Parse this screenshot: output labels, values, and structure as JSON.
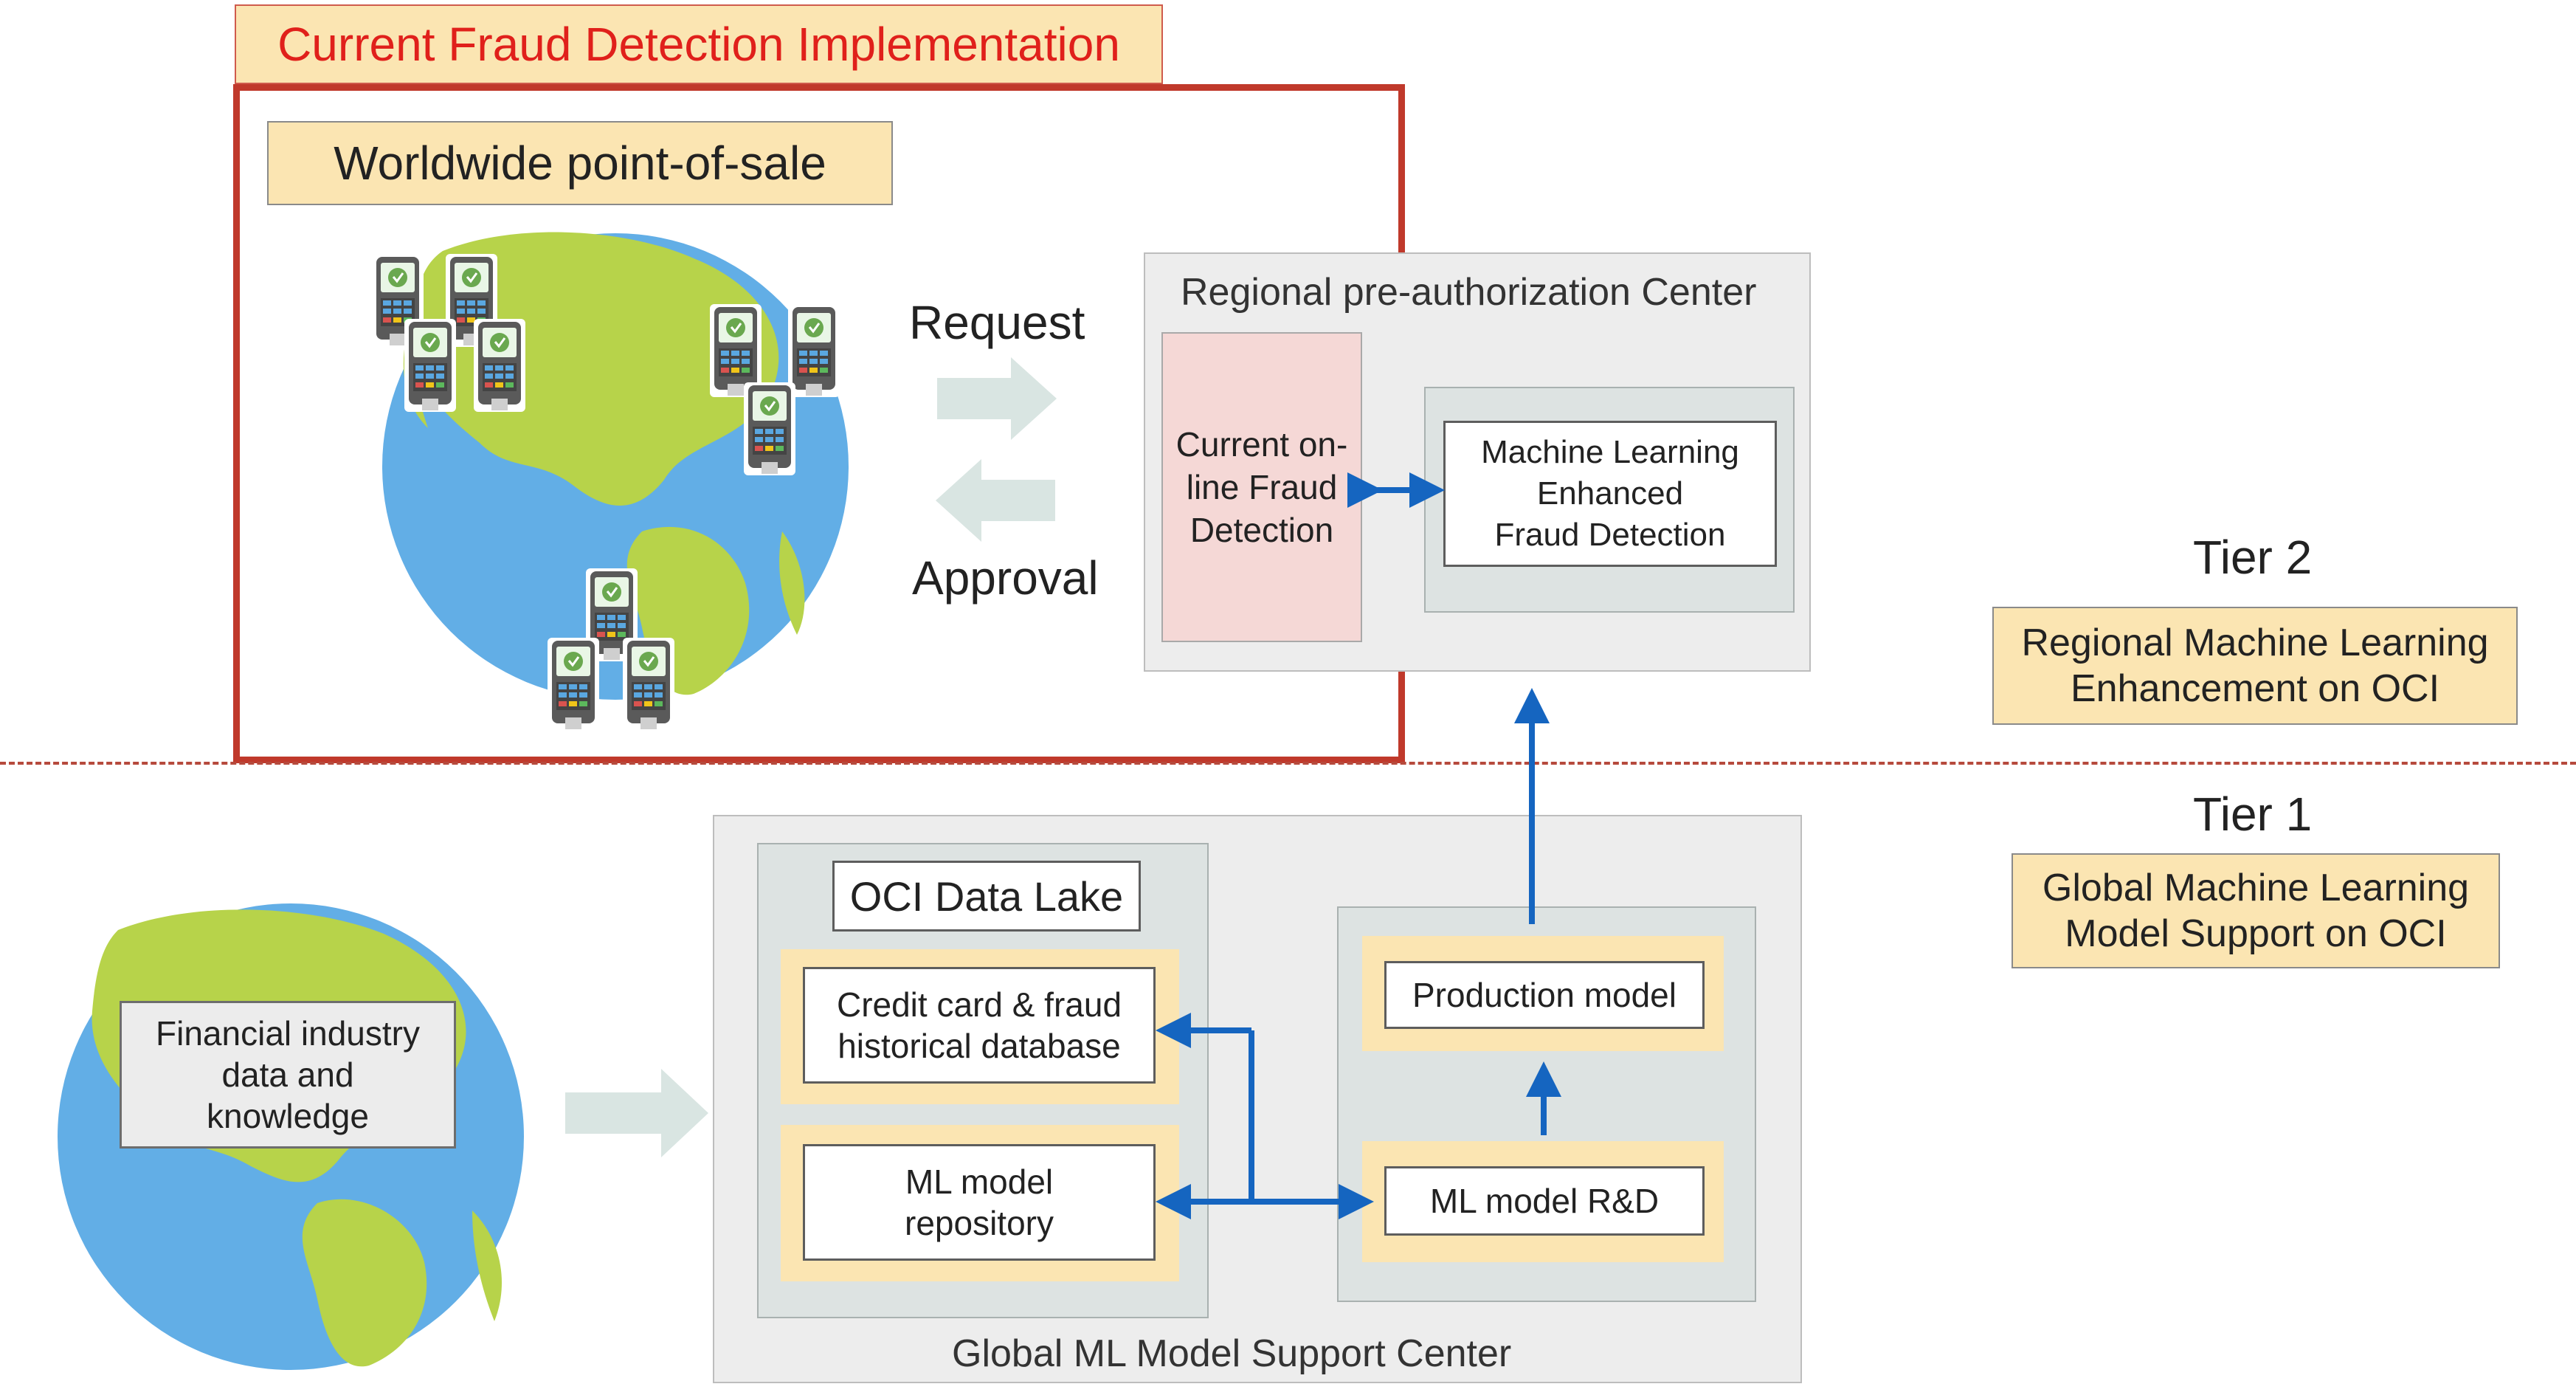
{
  "title": "Current Fraud Detection Implementation",
  "pos_label": "Worldwide point-of-sale",
  "request_label": "Request",
  "approval_label": "Approval",
  "regional_center": {
    "title": "Regional pre-authorization Center",
    "current_detection": "Current on-\nline Fraud\nDetection",
    "ml_detection": "Machine Learning\nEnhanced\nFraud Detection"
  },
  "tier2": {
    "label": "Tier 2",
    "desc": "Regional Machine Learning\nEnhancement on OCI"
  },
  "tier1": {
    "label": "Tier 1",
    "desc": "Global Machine Learning\nModel Support on OCI"
  },
  "financial_data": "Financial industry\ndata and\nknowledge",
  "global_center": {
    "title": "Global ML Model Support Center",
    "data_lake": "OCI Data Lake",
    "credit_db": "Credit card  & fraud\nhistorical database",
    "ml_repo": "ML model\nrepository",
    "production_model": "Production model",
    "ml_rd": "ML model R&D"
  },
  "colors": {
    "frame_red": "#c0392b",
    "title_red": "#e0201b",
    "arrow_blue": "#1565c0",
    "ocean": "#62aee6",
    "land": "#b7d34a"
  }
}
